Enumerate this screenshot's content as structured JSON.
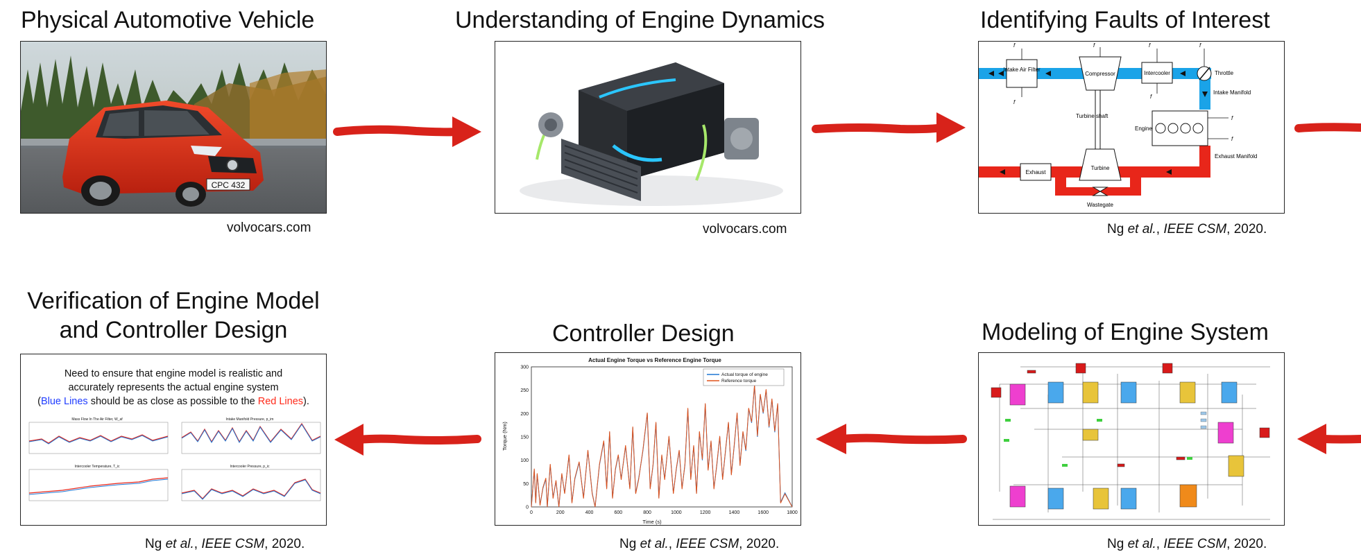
{
  "panels": {
    "vehicle": {
      "title": "Physical Automotive Vehicle",
      "caption": "volvocars.com",
      "plate": "CPC 432"
    },
    "engine": {
      "title": "Understanding of Engine Dynamics",
      "caption": "volvocars.com"
    },
    "faults": {
      "title": "Identifying Faults of Interest",
      "caption": {
        "author": "Ng ",
        "etal": "et al.",
        "sep": ", ",
        "journal": "IEEE CSM",
        "year": ", 2020."
      },
      "labels": {
        "filter": "Intake Air Filter",
        "compressor": "Compressor",
        "intercooler": "Intercooler",
        "throttle": "Throttle",
        "intake_manifold": "Intake Manifold",
        "engine": "Engine",
        "turbine_shaft": "Turbine shaft",
        "turbine": "Turbine",
        "exhaust": "Exhaust",
        "exhaust_manifold": "Exhaust Manifold",
        "wastegate": "Wastegate"
      }
    },
    "verification": {
      "title_line1": "Verification of Engine Model",
      "title_line2": "and Controller Design",
      "note_line1": "Need to ensure that engine model is realistic and",
      "note_line2": "accurately represents the actual engine system",
      "note_paren_open": "(",
      "note_blue": "Blue Lines",
      "note_middle": " should be as close as possible to the ",
      "note_red": "Red Lines",
      "note_end": ").",
      "caption": {
        "author": "Ng ",
        "etal": "et al.",
        "sep": ", ",
        "journal": "IEEE CSM",
        "year": ", 2020."
      },
      "mini_titles": [
        "Mass Flow In The Air Filter, W_af",
        "Intake Manifold Pressure, p_im",
        "Intercooler Temperature, T_ic",
        "Intercooler Pressure, p_ic"
      ]
    },
    "controller": {
      "title": "Controller Design",
      "caption": {
        "author": "Ng ",
        "etal": "et al.",
        "sep": ", ",
        "journal": "IEEE CSM",
        "year": ", 2020."
      }
    },
    "modeling": {
      "title": "Modeling of Engine System",
      "caption": {
        "author": "Ng ",
        "etal": "et al.",
        "sep": ", ",
        "journal": "IEEE CSM",
        "year": ", 2020."
      }
    }
  },
  "colors": {
    "arrow": "#d8221a",
    "blue_flow": "#1aa3e8",
    "red_flow": "#e8261a"
  },
  "chart_data": {
    "type": "line",
    "title": "Actual Engine Torque vs Reference Engine Torque",
    "xlabel": "Time (s)",
    "ylabel": "Torque (Nm)",
    "xlim": [
      0,
      1800
    ],
    "ylim": [
      0,
      300
    ],
    "xticks": [
      0,
      200,
      400,
      600,
      800,
      1000,
      1200,
      1400,
      1600,
      1800
    ],
    "yticks": [
      0,
      50,
      100,
      150,
      200,
      250,
      300
    ],
    "grid": true,
    "legend_position": "top-right",
    "series": [
      {
        "name": "Actual torque of engine",
        "color": "#1f77d4",
        "x": [
          0,
          20,
          30,
          40,
          60,
          80,
          100,
          110,
          130,
          150,
          170,
          190,
          210,
          230,
          260,
          280,
          300,
          330,
          360,
          390,
          420,
          440,
          470,
          500,
          520,
          540,
          560,
          580,
          600,
          620,
          650,
          680,
          700,
          720,
          740,
          770,
          800,
          820,
          840,
          860,
          880,
          900,
          920,
          950,
          980,
          1000,
          1020,
          1040,
          1060,
          1080,
          1100,
          1120,
          1140,
          1160,
          1180,
          1200,
          1220,
          1240,
          1260,
          1280,
          1300,
          1320,
          1340,
          1360,
          1380,
          1400,
          1420,
          1440,
          1460,
          1480,
          1500,
          1520,
          1540,
          1560,
          1580,
          1600,
          1620,
          1640,
          1660,
          1680,
          1700,
          1720,
          1750,
          1800
        ],
        "y": [
          0,
          80,
          10,
          70,
          5,
          40,
          60,
          0,
          90,
          20,
          55,
          0,
          70,
          30,
          110,
          10,
          60,
          95,
          20,
          120,
          30,
          0,
          90,
          140,
          40,
          160,
          20,
          80,
          110,
          60,
          130,
          40,
          170,
          30,
          60,
          120,
          200,
          40,
          90,
          180,
          20,
          110,
          60,
          150,
          30,
          80,
          120,
          40,
          90,
          210,
          60,
          130,
          30,
          160,
          100,
          220,
          80,
          140,
          40,
          90,
          150,
          60,
          120,
          180,
          70,
          130,
          200,
          90,
          160,
          120,
          210,
          180,
          260,
          150,
          240,
          200,
          250,
          170,
          230,
          160,
          220,
          10,
          30,
          0
        ]
      },
      {
        "name": "Reference torque",
        "color": "#e0521a",
        "x": [
          0,
          20,
          30,
          40,
          60,
          80,
          100,
          110,
          130,
          150,
          170,
          190,
          210,
          230,
          260,
          280,
          300,
          330,
          360,
          390,
          420,
          440,
          470,
          500,
          520,
          540,
          560,
          580,
          600,
          620,
          650,
          680,
          700,
          720,
          740,
          770,
          800,
          820,
          840,
          860,
          880,
          900,
          920,
          950,
          980,
          1000,
          1020,
          1040,
          1060,
          1080,
          1100,
          1120,
          1140,
          1160,
          1180,
          1200,
          1220,
          1240,
          1260,
          1280,
          1300,
          1320,
          1340,
          1360,
          1380,
          1400,
          1420,
          1440,
          1460,
          1480,
          1500,
          1520,
          1540,
          1560,
          1580,
          1600,
          1620,
          1640,
          1660,
          1680,
          1700,
          1720,
          1750,
          1800
        ],
        "y": [
          0,
          82,
          8,
          72,
          3,
          42,
          62,
          0,
          92,
          18,
          57,
          0,
          72,
          28,
          112,
          8,
          62,
          97,
          18,
          122,
          28,
          0,
          92,
          142,
          38,
          162,
          18,
          82,
          112,
          58,
          132,
          38,
          172,
          28,
          58,
          122,
          202,
          38,
          92,
          182,
          18,
          112,
          58,
          152,
          28,
          82,
          122,
          38,
          92,
          212,
          58,
          132,
          28,
          162,
          102,
          222,
          78,
          142,
          38,
          92,
          152,
          58,
          122,
          182,
          68,
          132,
          202,
          88,
          162,
          122,
          212,
          182,
          262,
          152,
          242,
          202,
          252,
          172,
          232,
          162,
          222,
          8,
          28,
          0
        ]
      }
    ]
  }
}
